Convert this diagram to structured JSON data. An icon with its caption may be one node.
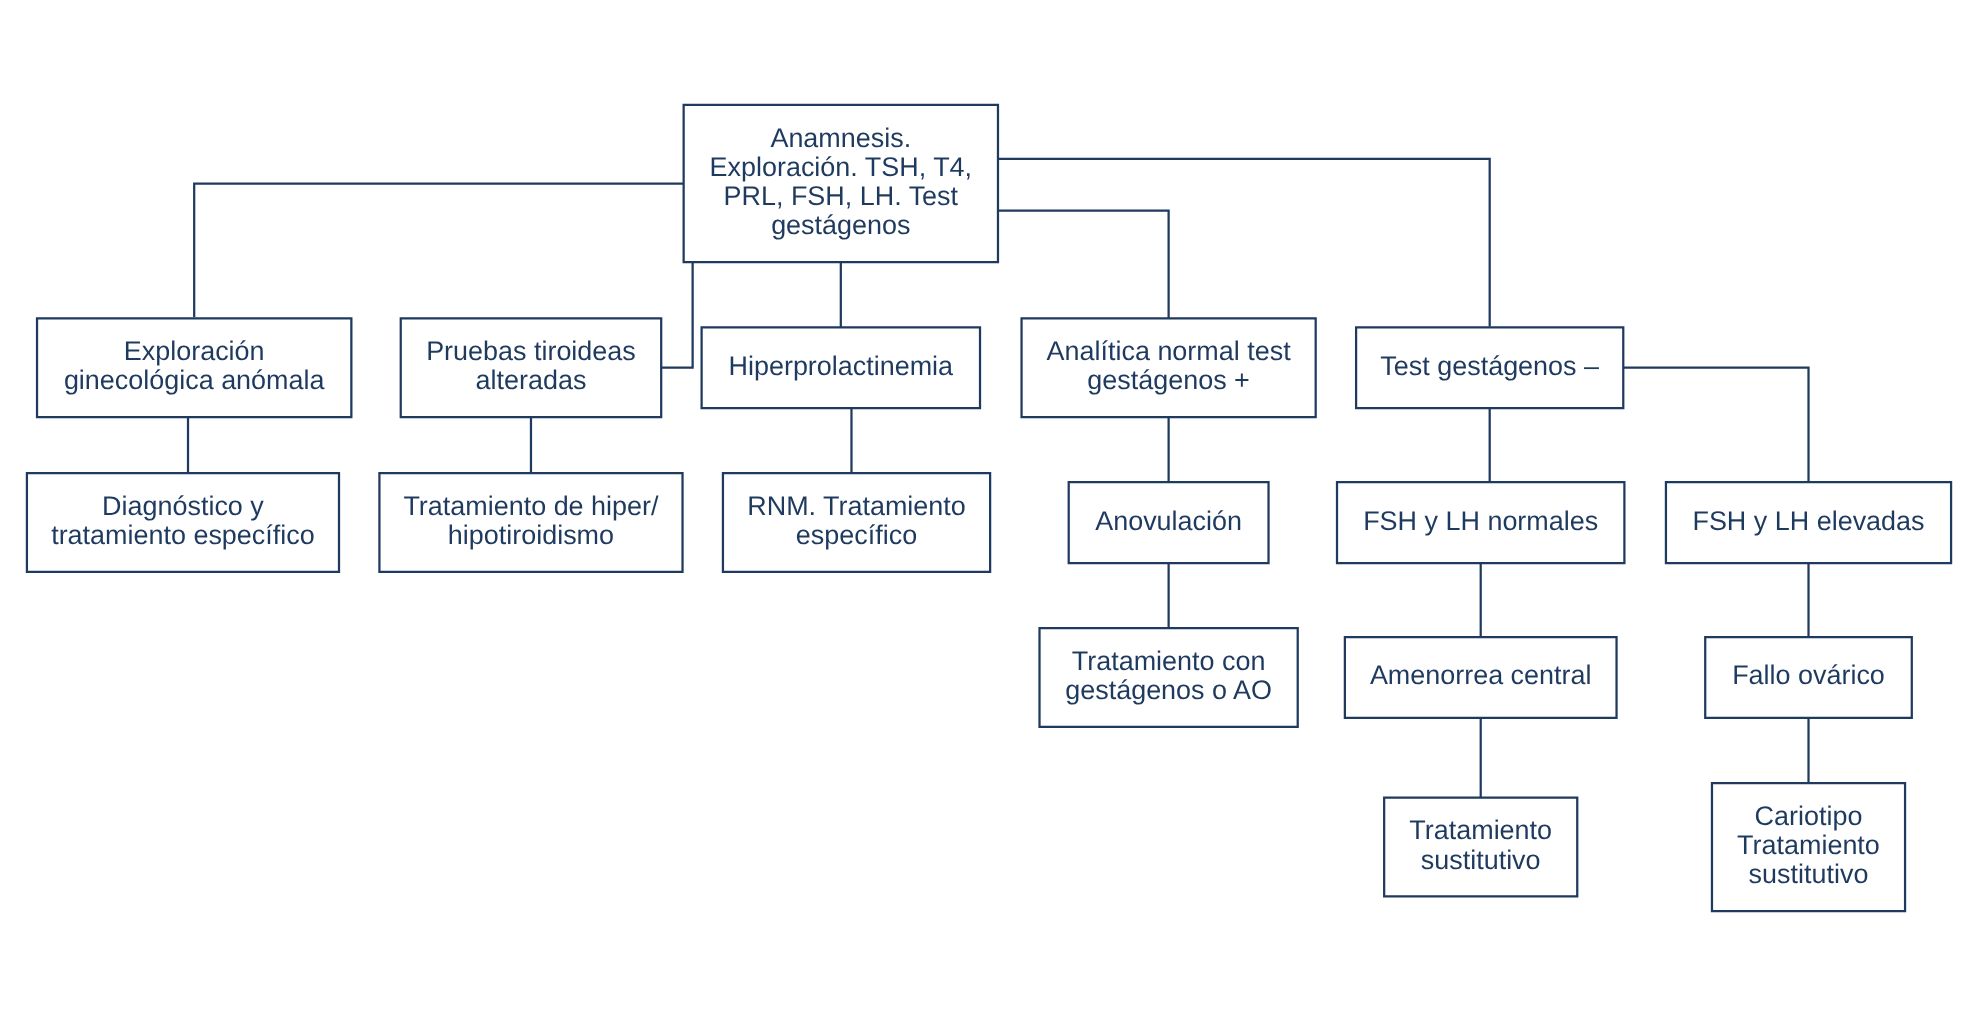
{
  "diagram": {
    "nodes": [
      {
        "text": [
          "Anamnesis. Exploración. TSH, T4, PRL, FSH, LH. Test gestágenos"
        ]
      },
      {
        "text": [
          "Exploración ginecológica anómala"
        ]
      },
      {
        "text": [
          "Pruebas tiroideas alteradas"
        ]
      },
      {
        "text": [
          "Hiperprolactinemia"
        ]
      },
      {
        "text": [
          "Analítica normal test gestágenos +"
        ]
      },
      {
        "text": [
          "Test gestágenos –"
        ]
      },
      {
        "text": [
          "Diagnóstico y tratamiento específico"
        ]
      },
      {
        "text": [
          "Tratamiento de hiper/ hipotiroidismo"
        ]
      },
      {
        "text": [
          "RNM. Tratamiento específico"
        ]
      },
      {
        "text": [
          "Anovulación"
        ]
      },
      {
        "text": [
          "Tratamiento con gestágenos o AO"
        ]
      },
      {
        "text": [
          "FSH y LH normales"
        ]
      },
      {
        "text": [
          "FSH y LH elevadas"
        ]
      },
      {
        "text": [
          "Amenorrea central"
        ]
      },
      {
        "text": [
          "Fallo ovárico"
        ]
      },
      {
        "text": [
          "Tratamiento sustitutivo"
        ]
      },
      {
        "text": [
          "Cariotipo",
          "Tratamiento sustitutivo"
        ]
      }
    ],
    "edges": [
      {
        "from": 0,
        "to": 1,
        "arrow": "none"
      },
      {
        "from": 0,
        "to": 2,
        "arrow": "none"
      },
      {
        "from": 0,
        "to": 3,
        "arrow": "none"
      },
      {
        "from": 0,
        "to": 4,
        "arrow": "none"
      },
      {
        "from": 0,
        "to": 5,
        "arrow": "none"
      },
      {
        "from": 1,
        "to": 6,
        "arrow": "none"
      },
      {
        "from": 2,
        "to": 7,
        "arrow": "none"
      },
      {
        "from": 3,
        "to": 8,
        "arrow": "none"
      },
      {
        "from": 4,
        "to": 9,
        "arrow": "none"
      },
      {
        "from": 9,
        "to": 10,
        "arrow": "none"
      },
      {
        "from": 5,
        "to": 11,
        "arrow": "none"
      },
      {
        "from": 5,
        "to": 12,
        "arrow": "none"
      },
      {
        "from": 11,
        "to": 13,
        "arrow": "none"
      },
      {
        "from": 12,
        "to": 14,
        "arrow": "none"
      },
      {
        "from": 13,
        "to": 15,
        "arrow": "none"
      },
      {
        "from": 14,
        "to": 16,
        "arrow": "none"
      }
    ]
  }
}
